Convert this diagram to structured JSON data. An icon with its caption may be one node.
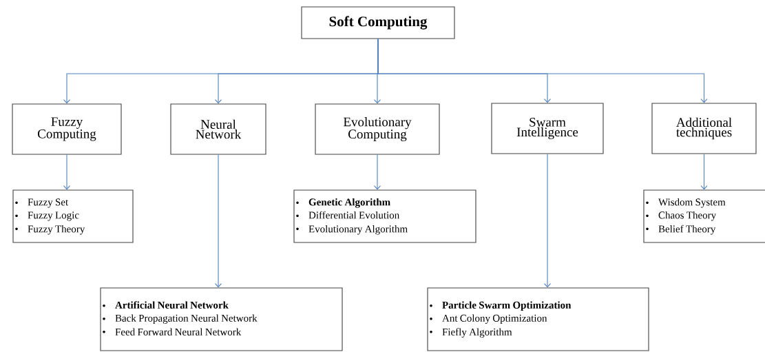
{
  "diagram": {
    "nodes": [
      {
        "text": [
          "Soft Computing"
        ]
      },
      {
        "text": [
          "Fuzzy Computing"
        ]
      },
      {
        "text": [
          "Neural Network"
        ]
      },
      {
        "text": [
          "Evolutionary Computing"
        ]
      },
      {
        "text": [
          "Swarm Intelligence"
        ]
      },
      {
        "text": [
          "Additional techniques"
        ]
      },
      {
        "text": [
          "Fuzzy Set",
          "Fuzzy Logic",
          "Fuzzy Theory"
        ]
      },
      {
        "text": [
          "**Artificial Neural Network**",
          "Back Propagation Neural Network",
          "Feed Forward Neural Network"
        ]
      },
      {
        "text": [
          "**Genetic Algorithm**",
          "Differential Evolution",
          "Evolutionary Algorithm"
        ]
      },
      {
        "text": [
          "**Particle Swarm Optimization**",
          "Ant Colony Optimization",
          "Fiefly Algorithm"
        ]
      },
      {
        "text": [
          "Wisdom System",
          "Chaos Theory",
          "Belief Theory"
        ]
      }
    ],
    "edges": [
      {
        "from": 0,
        "to": 1,
        "arrow": "to"
      },
      {
        "from": 0,
        "to": 2,
        "arrow": "to"
      },
      {
        "from": 0,
        "to": 3,
        "arrow": "to"
      },
      {
        "from": 0,
        "to": 4,
        "arrow": "to"
      },
      {
        "from": 0,
        "to": 5,
        "arrow": "to"
      },
      {
        "from": 1,
        "to": 6,
        "arrow": "to"
      },
      {
        "from": 2,
        "to": 7,
        "arrow": "to"
      },
      {
        "from": 3,
        "to": 8,
        "arrow": "to"
      },
      {
        "from": 4,
        "to": 9,
        "arrow": "to"
      },
      {
        "from": 5,
        "to": 10,
        "arrow": "to"
      }
    ]
  }
}
